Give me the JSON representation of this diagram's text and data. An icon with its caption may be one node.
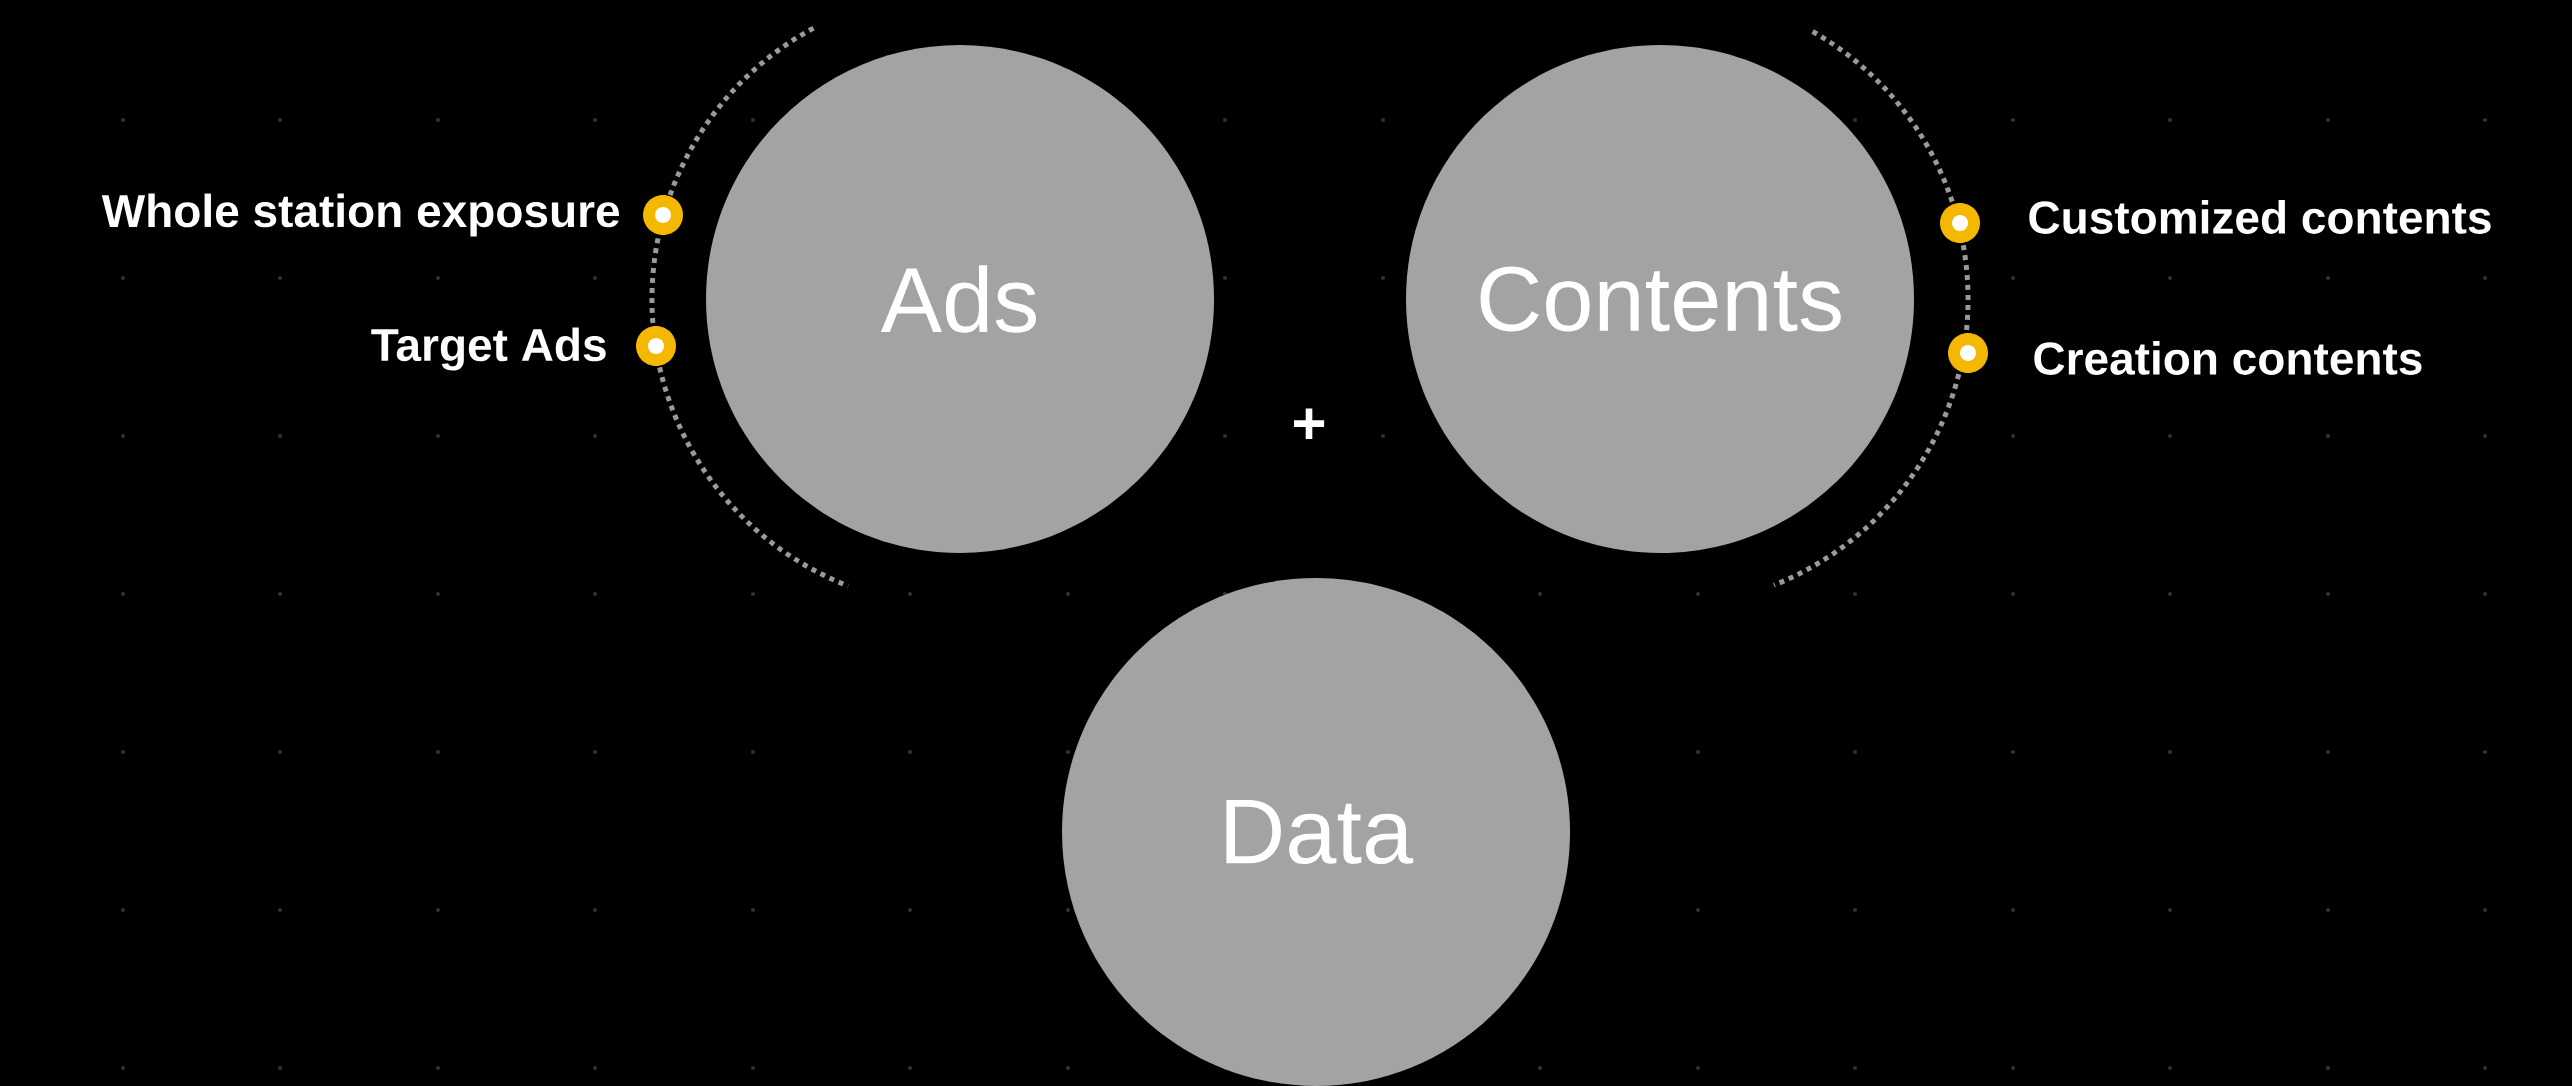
{
  "diagram": {
    "nodes": [
      {
        "text": [
          "Ads"
        ]
      },
      {
        "text": [
          "Contents"
        ]
      },
      {
        "text": [
          "Data"
        ]
      }
    ],
    "labels": [
      "Whole station exposure",
      "Target Ads",
      "Customized contents",
      "Creation contents",
      "+"
    ]
  }
}
